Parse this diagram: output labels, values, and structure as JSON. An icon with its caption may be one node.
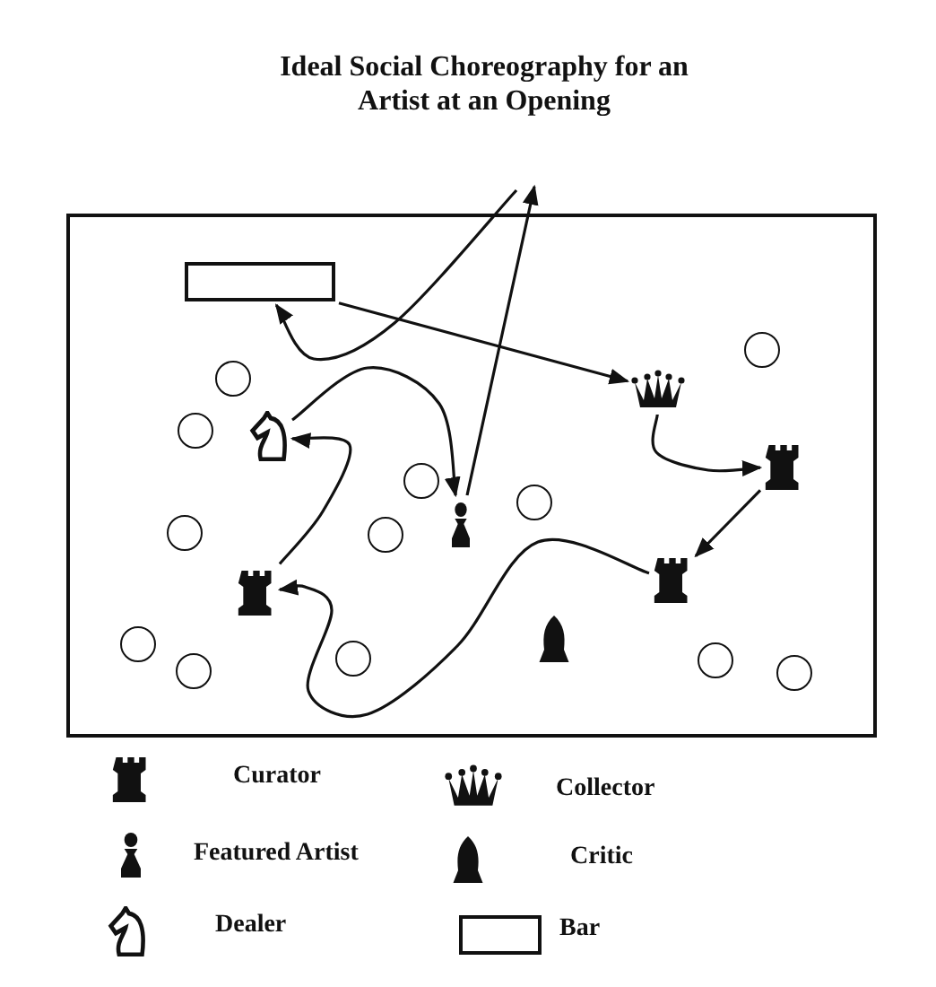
{
  "diagram": {
    "title": "Ideal Social Choreography for an Artist at an Opening",
    "nodes": [
      {
        "text": [],
        "shape": "box"
      },
      {
        "text": [],
        "shape": "circle"
      },
      {
        "text": [],
        "shape": "circle"
      },
      {
        "text": [],
        "shape": "queen"
      },
      {
        "text": [],
        "shape": "circle"
      },
      {
        "text": [],
        "shape": "knight"
      },
      {
        "text": [],
        "shape": "rook"
      },
      {
        "text": [],
        "shape": "circle"
      },
      {
        "text": [],
        "shape": "circle"
      },
      {
        "text": [],
        "shape": "pawn"
      },
      {
        "text": [],
        "shape": "circle"
      },
      {
        "text": [],
        "shape": "circle"
      },
      {
        "text": [],
        "shape": "rook"
      },
      {
        "text": [],
        "shape": "rook"
      },
      {
        "text": [],
        "shape": "bishop"
      },
      {
        "text": [],
        "shape": "circle"
      },
      {
        "text": [],
        "shape": "circle"
      },
      {
        "text": [],
        "shape": "circle"
      },
      {
        "text": [],
        "shape": "circle"
      },
      {
        "text": [],
        "shape": "circle"
      }
    ],
    "edges": [
      {
        "from": null,
        "to": 0,
        "arrow": "to"
      },
      {
        "from": 0,
        "to": 3,
        "arrow": "to"
      },
      {
        "from": 3,
        "to": 6,
        "arrow": "to"
      },
      {
        "from": 6,
        "to": 12,
        "arrow": "to"
      },
      {
        "from": 12,
        "to": 13,
        "arrow": "to"
      },
      {
        "from": 13,
        "to": 5,
        "arrow": "to"
      },
      {
        "from": 5,
        "to": 9,
        "arrow": "to"
      },
      {
        "from": 9,
        "to": null,
        "arrow": "to"
      }
    ],
    "legend": [
      {
        "text": "Curator"
      },
      {
        "text": "Collector"
      },
      {
        "text": "Featured Artist"
      },
      {
        "text": "Critic"
      },
      {
        "text": "Dealer"
      },
      {
        "text": "Bar"
      }
    ]
  }
}
